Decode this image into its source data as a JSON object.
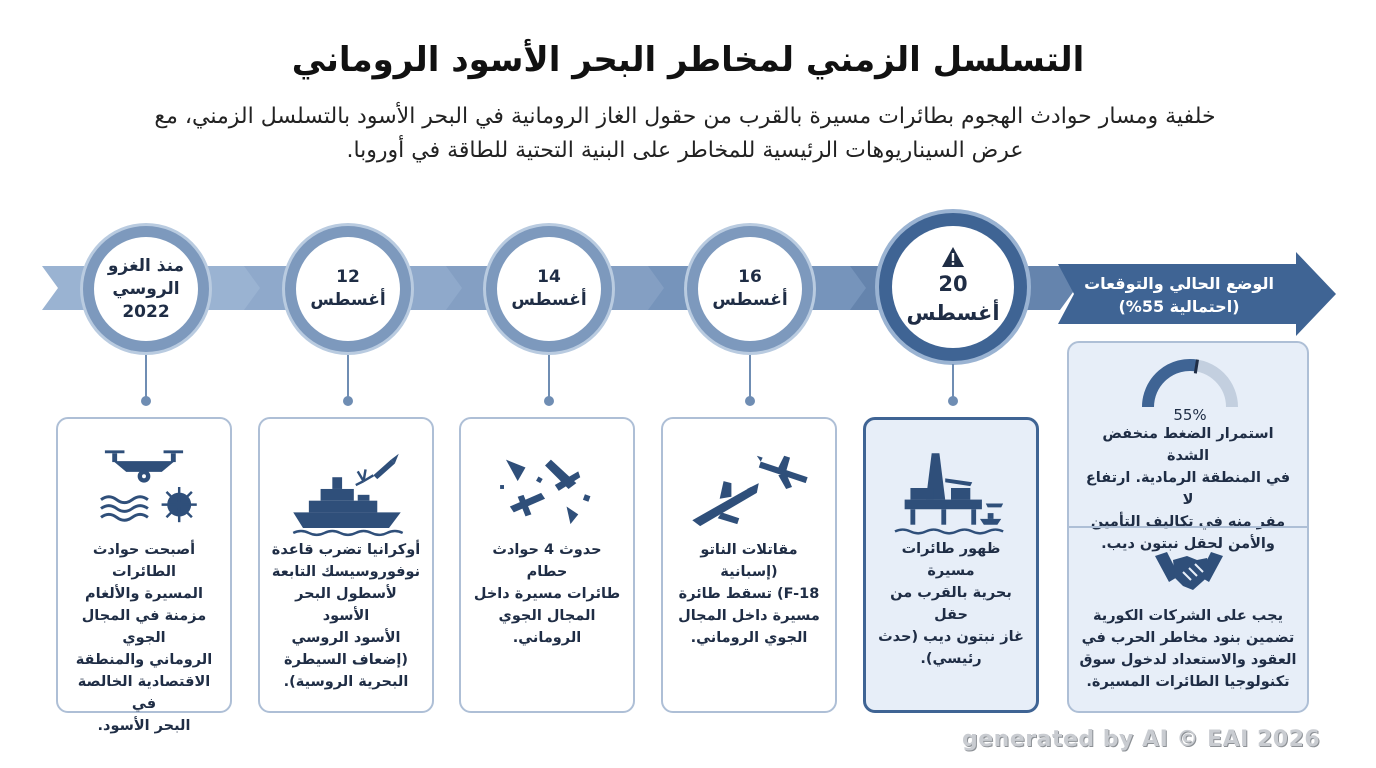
{
  "header": {
    "title": "التسلسل الزمني لمخاطر البحر الأسود الروماني",
    "subtitle_line1": "خلفية ومسار حوادث الهجوم بطائرات مسيرة بالقرب من حقول الغاز الرومانية في البحر الأسود بالتسلسل الزمني، مع",
    "subtitle_line2": "عرض السيناريوهات الرئيسية للمخاطر على البنية التحتية للطاقة في أوروبا."
  },
  "timeline": [
    {
      "line1": "منذ الغزو",
      "line2": "الروسي 2022",
      "icon": "drone-mine-icon",
      "text": [
        "أصبحت حوادث الطائرات",
        "المسيرة والألغام",
        "مزمنة في المجال الجوي",
        "الروماني والمنطقة",
        "الاقتصادية الخالصة في",
        "البحر الأسود."
      ]
    },
    {
      "line1": "12",
      "line2": "أغسطس",
      "icon": "warship-missile-icon",
      "text": [
        "أوكرانيا تضرب قاعدة",
        "نوفوروسيسك التابعة",
        "لأسطول البحر الأسود",
        "الأسود الروسي",
        "(إضعاف السيطرة",
        "البحرية الروسية)."
      ]
    },
    {
      "line1": "14",
      "line2": "أغسطس",
      "icon": "drone-debris-icon",
      "text": [
        "حدوث 4 حوادث حطام",
        "طائرات مسيرة داخل",
        "المجال الجوي الروماني."
      ]
    },
    {
      "line1": "16",
      "line2": "أغسطس",
      "icon": "fighter-jet-icon",
      "text": [
        "مقاتلات الناتو (إسبانية",
        "F-18) تسقط طائرة",
        "مسيرة داخل المجال",
        "الجوي الروماني."
      ]
    },
    {
      "line1": "20",
      "line2": "أغسطس",
      "icon": "oil-rig-icon",
      "text": [
        "ظهور طائرات مسيرة",
        "بحرية بالقرب من حقل",
        "غاز نبتون ديب (حدث",
        "رئيسي)."
      ]
    }
  ],
  "outlook": {
    "title_line1": "الوضع الحالي والتوقعات",
    "title_line2": "(احتمالية 55%)",
    "gauge_value": 55,
    "gauge_label": "55%",
    "text1": [
      "استمرار الضغط منخفض الشدة",
      "في المنطقة الرمادية. ارتفاع لا",
      "مفر منه في تكاليف التأمين",
      "والأمن لحقل نبتون ديب."
    ],
    "text2": [
      "يجب على الشركات الكورية",
      "تضمين بنود مخاطر الحرب في",
      "العقود والاستعداد لدخول سوق",
      "تكنولوجيا الطائرات المسيرة."
    ]
  },
  "colors": {
    "dark": "#3f6494",
    "mid": "#7d99bd",
    "light": "#b9cbe0",
    "icon": "#2f4f7a"
  },
  "footer": "generated by AI © EAI 2026"
}
